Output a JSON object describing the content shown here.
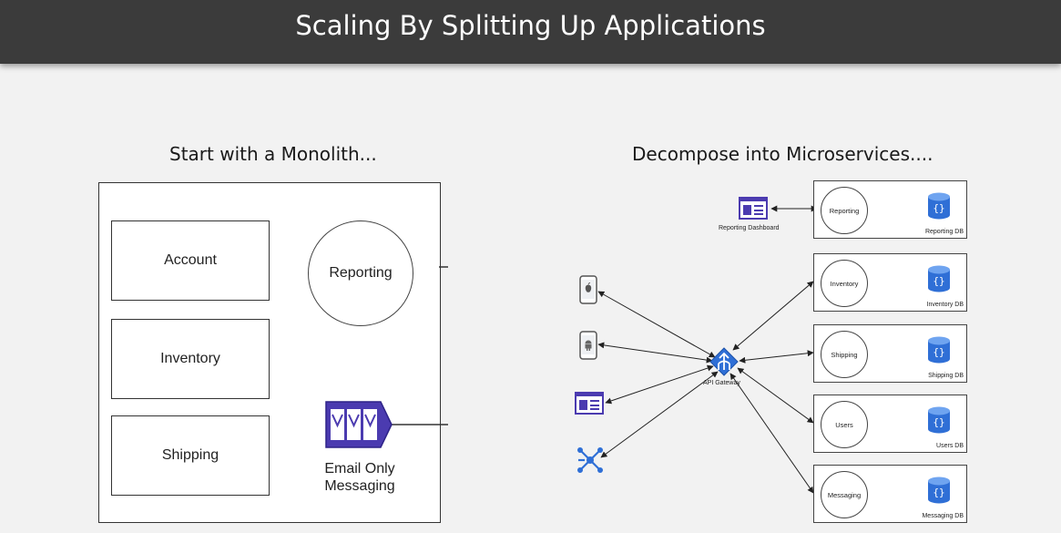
{
  "slide": {
    "title": "Scaling By Splitting Up Applications"
  },
  "monolith": {
    "subtitle": "Start with a Monolith...",
    "modules": [
      "Account",
      "Inventory",
      "Shipping"
    ],
    "reporting": "Reporting",
    "email_line1": "Email Only",
    "email_line2": "Messaging"
  },
  "microservices": {
    "subtitle": "Decompose into Microservices....",
    "reporting_dashboard": "Reporting Dashboard",
    "gateway": "API Gateway",
    "services": [
      {
        "name": "Reporting",
        "db": "Reporting DB"
      },
      {
        "name": "Inventory",
        "db": "Inventory DB"
      },
      {
        "name": "Shipping",
        "db": "Shipping DB"
      },
      {
        "name": "Users",
        "db": "Users DB"
      },
      {
        "name": "Messaging",
        "db": "Messaging DB"
      }
    ],
    "clients": [
      {
        "icon": "apple-phone-icon"
      },
      {
        "icon": "android-phone-icon"
      },
      {
        "icon": "web-app-icon"
      },
      {
        "icon": "network-service-icon"
      }
    ]
  },
  "colors": {
    "title_bar": "#3b3b3b",
    "accent_blue": "#2f6fd6",
    "accent_purple": "#4b3bb0"
  }
}
